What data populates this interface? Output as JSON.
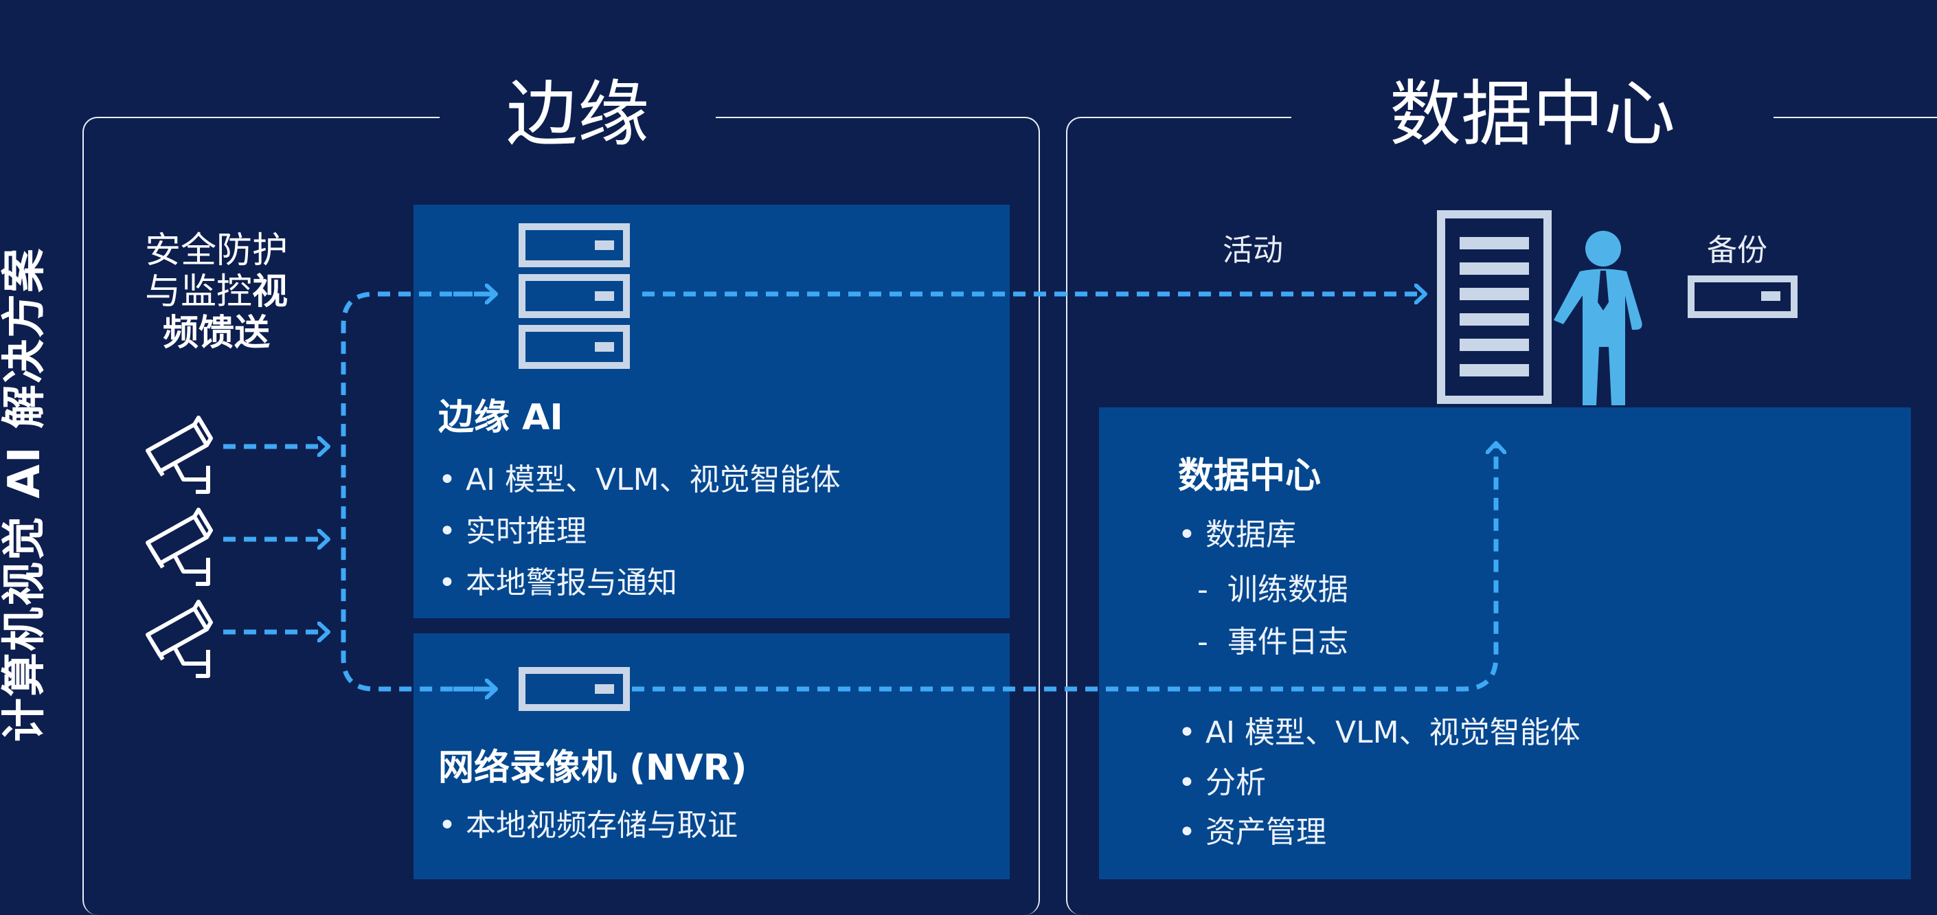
{
  "side_title": "计算机视觉 AI 解决方案",
  "edge": {
    "heading": "边缘",
    "feed_label": {
      "line1": "安全防护",
      "line2_normal": "与监控",
      "line2_bold": "视",
      "line3": "频馈送"
    },
    "edge_ai_panel": {
      "title": "边缘 AI",
      "bullets": [
        "• AI 模型、VLM、视觉智能体",
        "• 实时推理",
        "• 本地警报与通知"
      ]
    },
    "nvr_panel": {
      "title": "网络录像机 (NVR)",
      "bullets": [
        "•  本地视频存储与取证"
      ]
    }
  },
  "datacenter": {
    "heading": "数据中心",
    "active_label": "活动",
    "backup_label": "备份",
    "panel": {
      "title": "数据中心",
      "bullets": [
        "• 数据库",
        "  -  训练数据",
        "  -  事件日志",
        "• AI 模型、VLM、视觉智能体",
        "• 分析",
        "• 资产管理"
      ]
    }
  },
  "colors": {
    "background": "#0d1f4f",
    "panel": "#04478f",
    "arrow": "#3fa9f5",
    "icon": "#c9d6e8",
    "person": "#4fb3ea"
  },
  "icons": [
    "security-camera-icon",
    "server-stack-icon",
    "server-unit-icon",
    "server-rack-icon",
    "person-icon",
    "backup-drive-icon"
  ]
}
